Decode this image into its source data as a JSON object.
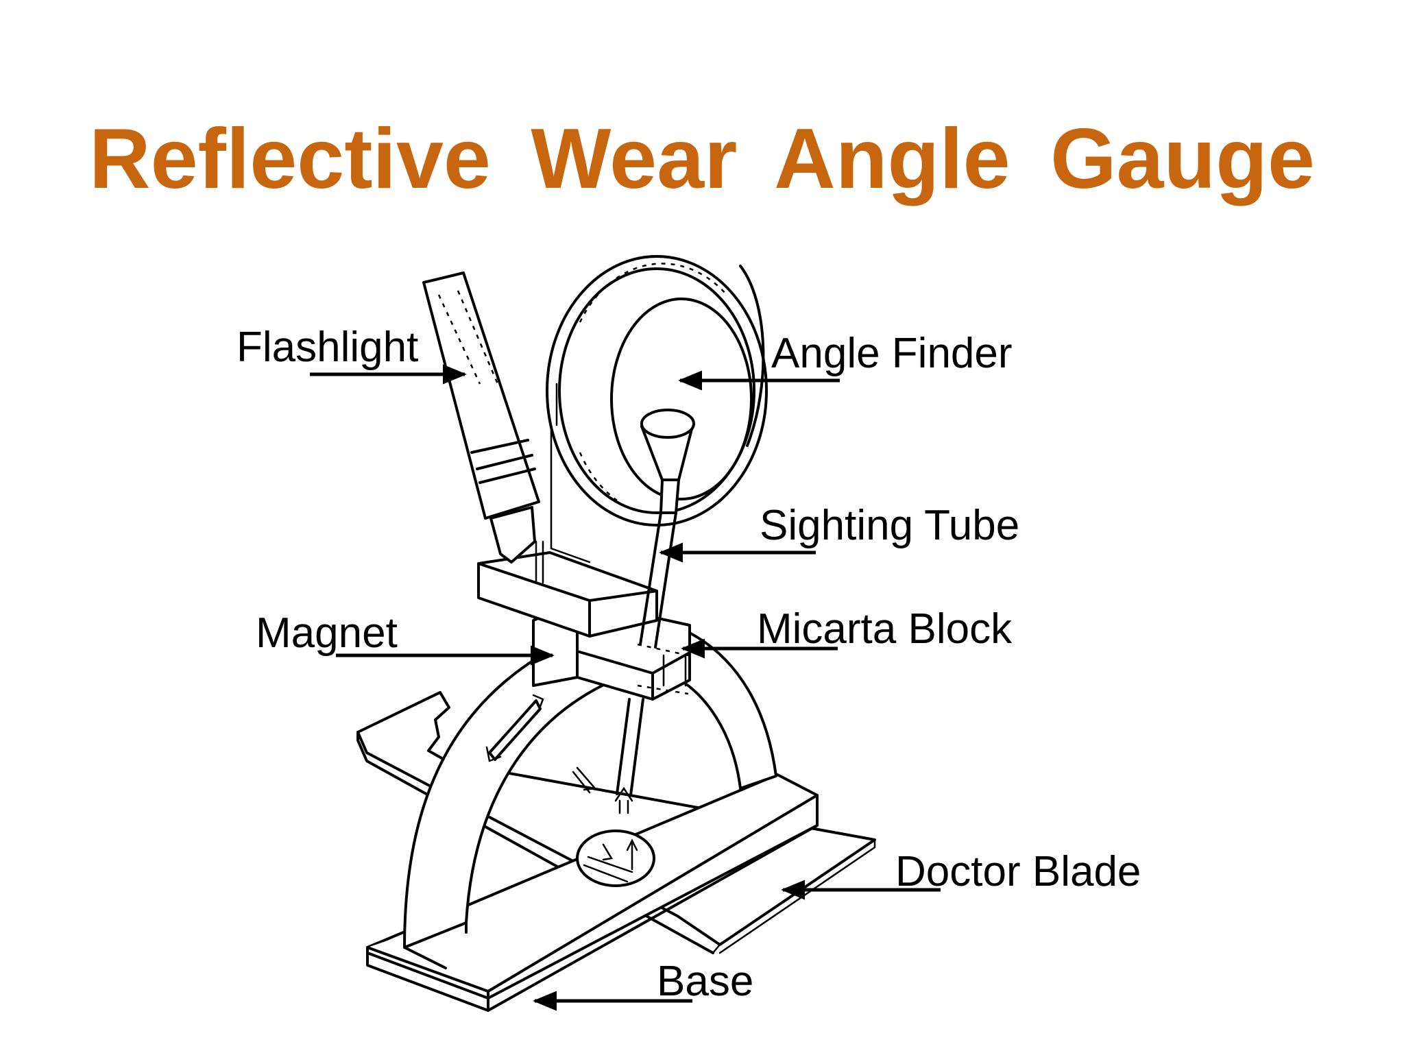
{
  "title": "Reflective  Wear  Angle  Gauge",
  "colors": {
    "title": "#c8650f",
    "line": "#000000",
    "background": "#ffffff"
  },
  "labels": {
    "flashlight": "Flashlight",
    "angle_finder": "Angle Finder",
    "sighting_tube": "Sighting Tube",
    "magnet": "Magnet",
    "micarta_block": "Micarta Block",
    "doctor_blade": "Doctor Blade",
    "base": "Base"
  }
}
